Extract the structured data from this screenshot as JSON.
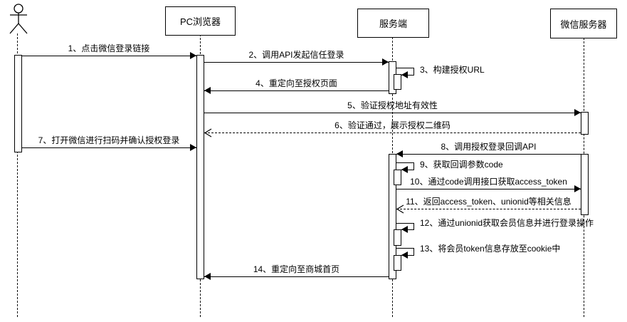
{
  "page": {
    "background": "#ffffff",
    "line_color": "#000000"
  },
  "participants": [
    {
      "id": "user",
      "type": "actor",
      "label": ""
    },
    {
      "id": "pc-browser",
      "type": "object",
      "label": "PC浏览器"
    },
    {
      "id": "server",
      "type": "object",
      "label": "服务端"
    },
    {
      "id": "wechat-server",
      "type": "object",
      "label": "微信服务器"
    }
  ],
  "messages": [
    {
      "num": 1,
      "label": "1、点击微信登录链接",
      "from": "user",
      "to": "pc-browser",
      "line": "solid",
      "kind": "call"
    },
    {
      "num": 2,
      "label": "2、调用API发起信任登录",
      "from": "pc-browser",
      "to": "server",
      "line": "solid",
      "kind": "call"
    },
    {
      "num": 3,
      "label": "3、构建授权URL",
      "from": "server",
      "to": "server",
      "line": "solid",
      "kind": "self"
    },
    {
      "num": 4,
      "label": "4、重定向至授权页面",
      "from": "server",
      "to": "pc-browser",
      "line": "solid",
      "kind": "call"
    },
    {
      "num": 5,
      "label": "5、验证授权地址有效性",
      "from": "pc-browser",
      "to": "wechat-server",
      "line": "solid",
      "kind": "call"
    },
    {
      "num": 6,
      "label": "6、验证通过，展示授权二维码",
      "from": "wechat-server",
      "to": "pc-browser",
      "line": "dashed",
      "kind": "return"
    },
    {
      "num": 7,
      "label": "7、打开微信进行扫码并确认授权登录",
      "from": "user",
      "to": "pc-browser",
      "line": "solid",
      "kind": "call"
    },
    {
      "num": 8,
      "label": "8、调用授权登录回调API",
      "from": "wechat-server",
      "to": "server",
      "line": "solid",
      "kind": "call"
    },
    {
      "num": 9,
      "label": "9、获取回调参数code",
      "from": "server",
      "to": "server",
      "line": "solid",
      "kind": "self"
    },
    {
      "num": 10,
      "label": "10、通过code调用接口获取access_token",
      "from": "server",
      "to": "wechat-server",
      "line": "solid",
      "kind": "call"
    },
    {
      "num": 11,
      "label": "11、返回access_token、unionid等相关信息",
      "from": "wechat-server",
      "to": "server",
      "line": "dashed",
      "kind": "return"
    },
    {
      "num": 12,
      "label": "12、通过unionid获取会员信息并进行登录操作",
      "from": "server",
      "to": "server",
      "line": "solid",
      "kind": "self"
    },
    {
      "num": 13,
      "label": "13、将会员token信息存放至cookie中",
      "from": "server",
      "to": "server",
      "line": "solid",
      "kind": "self"
    },
    {
      "num": 14,
      "label": "14、重定向至商城首页",
      "from": "server",
      "to": "pc-browser",
      "line": "solid",
      "kind": "call"
    }
  ]
}
